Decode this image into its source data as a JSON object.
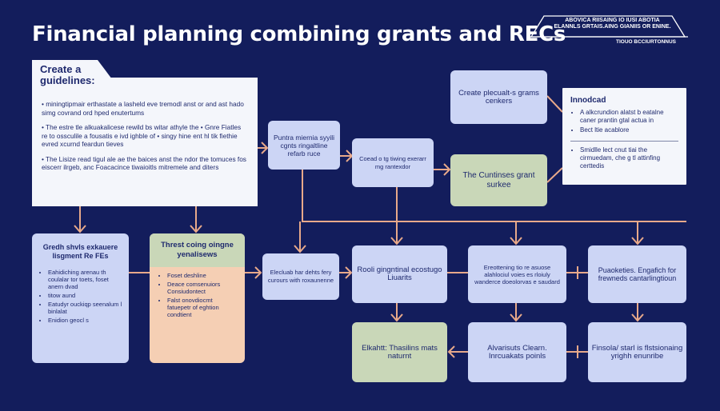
{
  "title": "Financial planning combining grants and RECs",
  "badge": {
    "line1": "ABOVICA RIISAING IO IUSI ABOTIA",
    "line2": "ELANNLS GRTAIS.AING GIANIIS OR ENINE.",
    "sub": "TIOUO BCCIURTONNUS"
  },
  "guidelines": {
    "heading": "Create a guidelines:",
    "paragraphs": [
      "• miningtipmair erthastate a lasheld eve tremodl anst or and ast hado simg covrand ord hped enutertums",
      "• The estre tle alkuakalicese rewild bs witar athyle the • Gnre Fiatles re to ossculile a fousatis e ivd ighble of • singy hine ent hl tik fiethie evred xcurnd feardun tieves",
      "• The Lisize read tigul ale ae the baices anst the ndor the tomuces fos eiscerr ilrgeb, anc Foacacince tiwaioitls mitremele and diters"
    ]
  },
  "colors": {
    "background": "#131d5c",
    "box": "#ccd5f5",
    "green": "#c9d7b8",
    "peach": "#f5cfb4",
    "connector": "#e8a98a",
    "text": "#1f2a6e"
  },
  "nodes": {
    "a": "Puntra miernia syyili cgnts ringaltline refarb ruce",
    "b": "Coead o tg tiwing exerarr mg rantexdor",
    "c": "Create plecualt-s grams cenkers",
    "d": "The Cuntinses grant surkee",
    "e": {
      "heading": "Innodcad",
      "items": [
        "A alkcrundion alatst b eatalne caner prantin gtal actua in",
        "Bect ltie acablore"
      ],
      "items2": [
        "Smidlle lect cnut tiai the cirmuedam, che g tl attinfing certtedis"
      ]
    },
    "f": {
      "heading": "Gredh shvls exkauere lisgment Re FEs",
      "items": [
        "Eahidiching arenau th coulalar tor toets, foset anern dvad",
        "titow aund",
        "Eatudyr ouckiqp seenalum l binlalat",
        "Enidion geocl s"
      ]
    },
    "g": {
      "heading": "Threst coing oingne yenalisews",
      "items": [
        "Foset deshline",
        "Deace comsenuiors Consiudontect",
        "Falst onovdiocmt fatuepetr of eghtion condtient"
      ]
    },
    "h": "Elecluab har dehts fery curours with roxaunenne",
    "i": "Rooli gingntinal ecostugo Liuarits",
    "j": "Ereottening tio re asuose alahlociul voies es rloiuly wanderce doeolorvas e saudard",
    "k": "Puaoketies. Engafich for frewneds cantarlingtioun",
    "l": "Elkahtt: Thasilins mats naturnt",
    "m": "Alvarisuts Clearn. Inrcuakats poinls",
    "n": "Finsola/ starl is flstsionaing yrighh enunribe"
  }
}
